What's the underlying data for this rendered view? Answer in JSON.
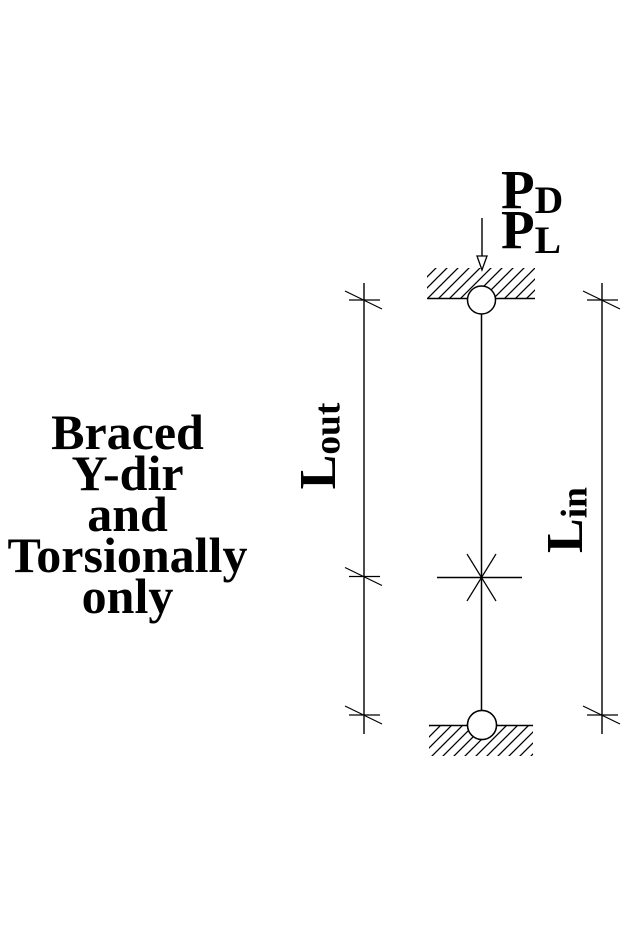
{
  "diagram": {
    "note_lines": [
      "Braced",
      "Y-dir",
      "and",
      "Torsionally",
      "only"
    ],
    "loads": [
      {
        "symbol": "P",
        "subscript": "D"
      },
      {
        "symbol": "P",
        "subscript": "L"
      }
    ],
    "dim_left": {
      "symbol": "L",
      "subscript": "out"
    },
    "dim_right": {
      "symbol": "L",
      "subscript": "in"
    },
    "colors": {
      "stroke": "#000000",
      "background": "#ffffff"
    }
  }
}
